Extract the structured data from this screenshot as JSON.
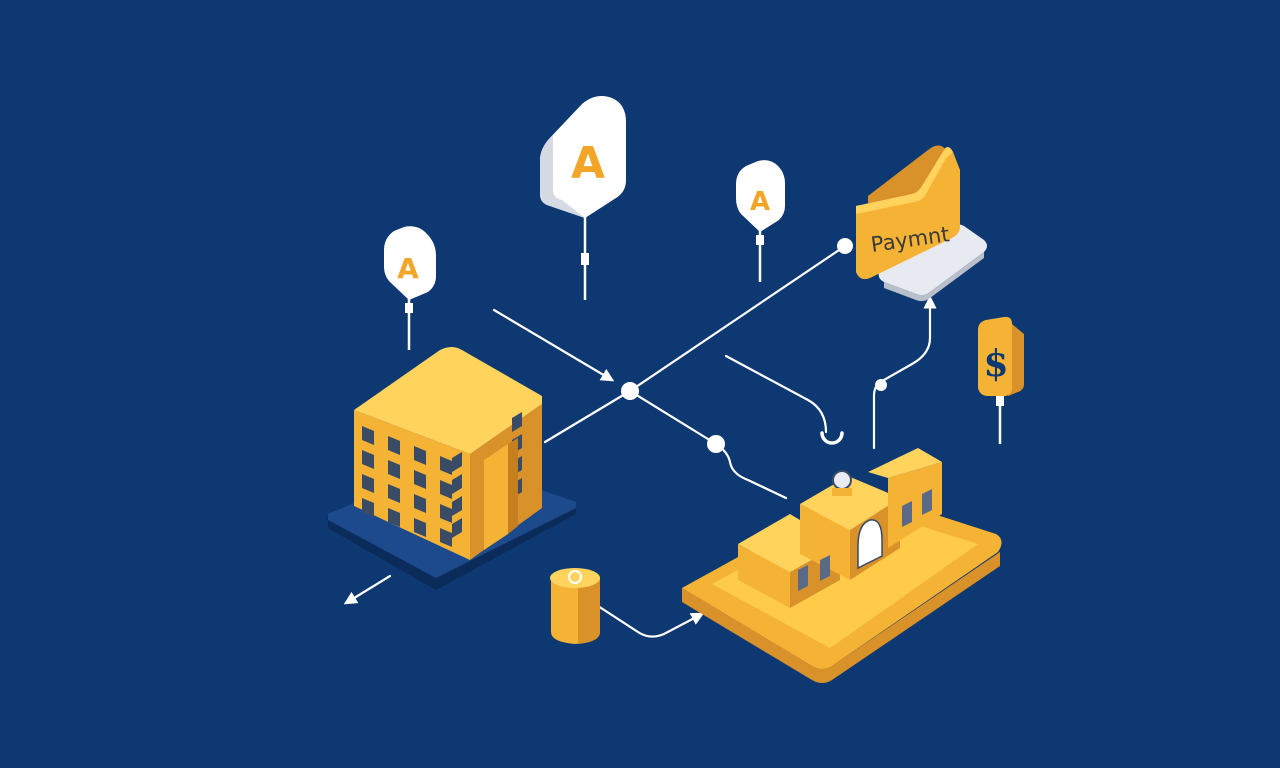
{
  "colors": {
    "background": "#0d3872",
    "accent": "#f5b335",
    "accent_light": "#ffd35c",
    "accent_dark": "#d9912a",
    "white": "#ffffff",
    "pin_text": "#f2a526",
    "dollar_text": "#0d3872"
  },
  "pins": [
    {
      "label": "A"
    },
    {
      "label": "A"
    },
    {
      "label": "A"
    }
  ],
  "payment": {
    "label": "Paymnt"
  },
  "dollar_tag": {
    "label": "$"
  },
  "icons": [
    "apartment-building-icon",
    "bank-building-icon",
    "laptop-payment-icon",
    "location-pin-icon",
    "dollar-tag-icon",
    "cylinder-node-icon",
    "hook-icon"
  ]
}
